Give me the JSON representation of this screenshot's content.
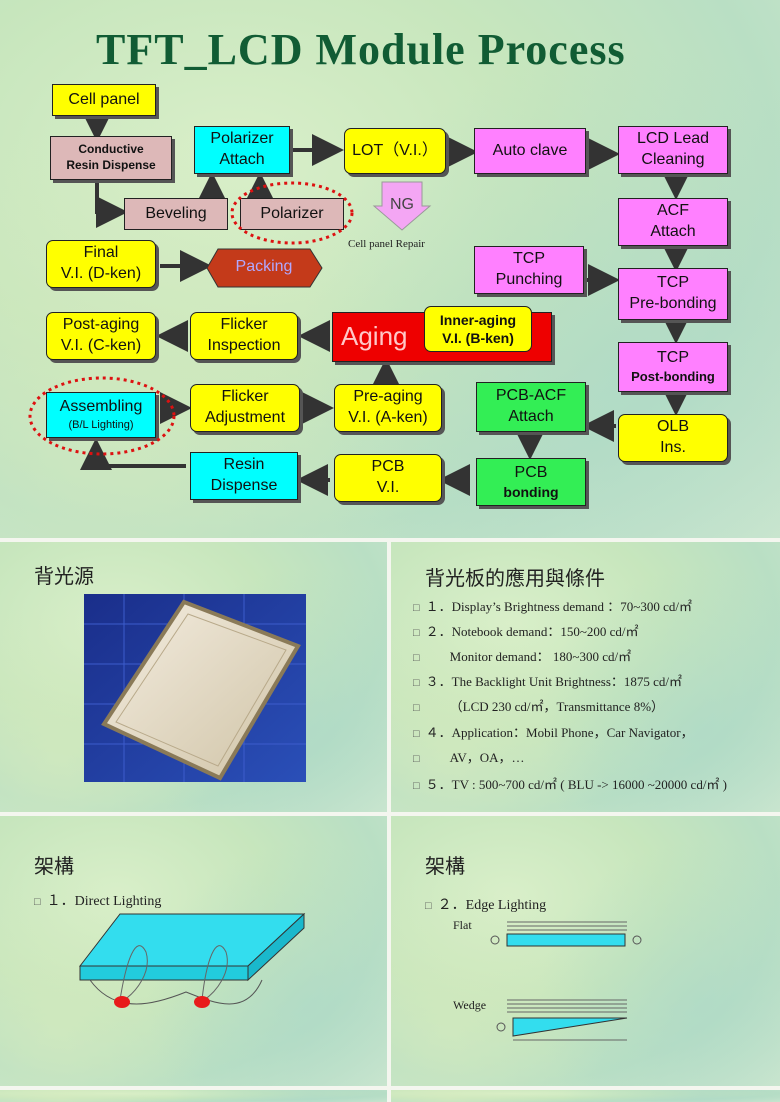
{
  "top": {
    "title": "TFT_LCD Module Process",
    "boxes": {
      "cell_panel": "Cell panel",
      "conductive_1": "Conductive",
      "conductive_2": "Resin Dispense",
      "polarizer_attach_1": "Polarizer",
      "polarizer_attach_2": "Attach",
      "lot": "LOT（V.I.）",
      "auto_clave": "Auto clave",
      "lcd_lead_1": "LCD Lead",
      "lcd_lead_2": "Cleaning",
      "beveling": "Beveling",
      "polarizer": "Polarizer",
      "ng": "NG",
      "cell_panel_repair": "Cell panel Repair",
      "acf_1": "ACF",
      "acf_2": "Attach",
      "final_1": "Final",
      "final_2": "V.I. (D-ken)",
      "packing": "Packing",
      "tcp_punch_1": "TCP",
      "tcp_punch_2": "Punching",
      "tcp_pre_1": "TCP",
      "tcp_pre_2": "Pre-bonding",
      "post_aging_1": "Post-aging",
      "post_aging_2": "V.I. (C-ken)",
      "flicker_insp_1": "Flicker",
      "flicker_insp_2": "Inspection",
      "aging": "Aging",
      "inner_aging_1": "Inner-aging",
      "inner_aging_2": "V.I. (B-ken)",
      "tcp_post_1": "TCP",
      "tcp_post_2": "Post-bonding",
      "assembling_1": "Assembling",
      "assembling_2": "(B/L Lighting)",
      "flicker_adj_1": "Flicker",
      "flicker_adj_2": "Adjustment",
      "pre_aging_1": "Pre-aging",
      "pre_aging_2": "V.I. (A-ken)",
      "pcb_acf_1": "PCB-ACF",
      "pcb_acf_2": "Attach",
      "olb_1": "OLB",
      "olb_2": "Ins.",
      "resin_1": "Resin",
      "resin_2": "Dispense",
      "pcb_vi_1": "PCB",
      "pcb_vi_2": "V.I.",
      "pcb_bond_1": "PCB",
      "pcb_bond_2": "bonding"
    }
  },
  "backlight": {
    "title": "背光源"
  },
  "conditions": {
    "title": "背光板的應用與條件",
    "lines": [
      "１．Display’s Brightness demand ：70~300 cd/㎡",
      "２．Notebook demand：150~200 cd/㎡",
      "Monitor     demand： 180~300 cd/㎡",
      "３．The Backlight Unit Brightness：1875 cd/㎡",
      "（LCD 230 cd/㎡，Transmittance 8%）",
      "４．Application：Mobil Phone，Car Navigator，",
      "AV，OA，…",
      "５．TV : 500~700 cd/㎡ ( BLU -> 16000 ~20000 cd/㎡ )"
    ]
  },
  "direct": {
    "title": "架構",
    "item": "１．Direct Lighting"
  },
  "edge": {
    "title": "架構",
    "item": "２．Edge Lighting",
    "flat": "Flat",
    "wedge": "Wedge"
  }
}
